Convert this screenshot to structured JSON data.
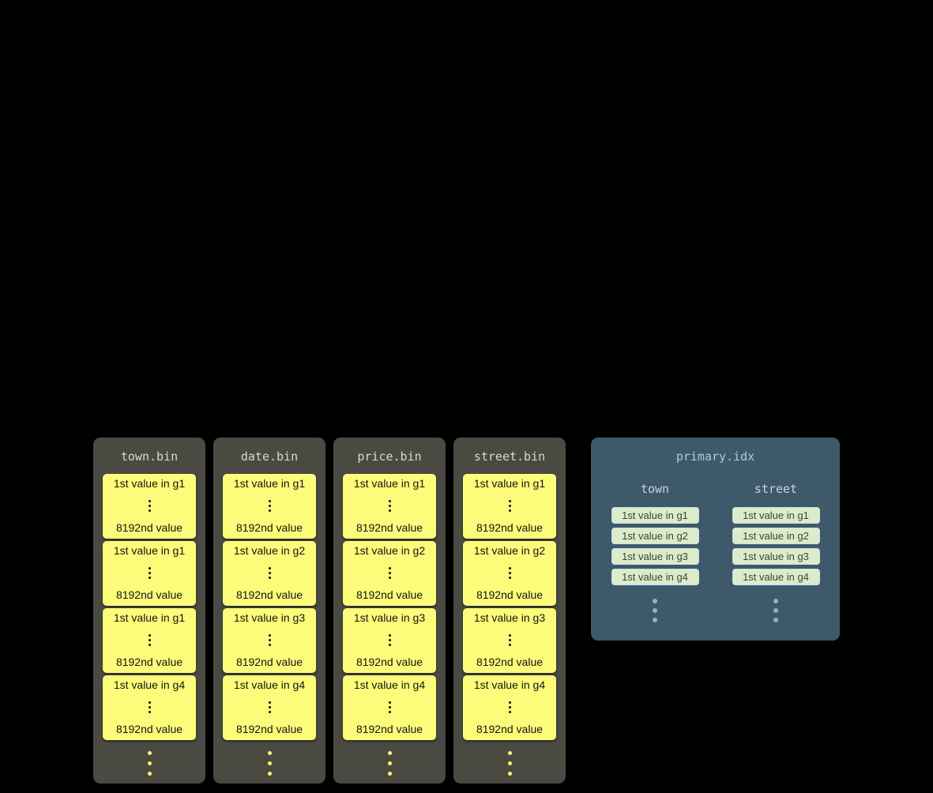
{
  "diagram": {
    "bin_columns": [
      {
        "title": "town.bin",
        "granules": [
          {
            "first": "1st value in g1",
            "last": "8192nd value"
          },
          {
            "first": "1st value in g1",
            "last": "8192nd value"
          },
          {
            "first": "1st value in g1",
            "last": "8192nd value"
          },
          {
            "first": "1st value in g4",
            "last": "8192nd value"
          }
        ]
      },
      {
        "title": "date.bin",
        "granules": [
          {
            "first": "1st value in g1",
            "last": "8192nd value"
          },
          {
            "first": "1st value in g2",
            "last": "8192nd value"
          },
          {
            "first": "1st value in g3",
            "last": "8192nd value"
          },
          {
            "first": "1st value in g4",
            "last": "8192nd value"
          }
        ]
      },
      {
        "title": "price.bin",
        "granules": [
          {
            "first": "1st value in g1",
            "last": "8192nd value"
          },
          {
            "first": "1st value in g2",
            "last": "8192nd value"
          },
          {
            "first": "1st value in g3",
            "last": "8192nd value"
          },
          {
            "first": "1st value in g4",
            "last": "8192nd value"
          }
        ]
      },
      {
        "title": "street.bin",
        "granules": [
          {
            "first": "1st value in g1",
            "last": "8192nd value"
          },
          {
            "first": "1st value in g2",
            "last": "8192nd value"
          },
          {
            "first": "1st value in g3",
            "last": "8192nd value"
          },
          {
            "first": "1st value in g4",
            "last": "8192nd value"
          }
        ]
      }
    ],
    "index_panel": {
      "title": "primary.idx",
      "columns": [
        {
          "header": "town",
          "entries": [
            "1st value in g1",
            "1st value in g2",
            "1st value in g3",
            "1st value in g4"
          ]
        },
        {
          "header": "street",
          "entries": [
            "1st value in g1",
            "1st value in g2",
            "1st value in g3",
            "1st value in g4"
          ]
        }
      ]
    }
  },
  "icons": {
    "more_items": "vertical-ellipsis"
  },
  "colors": {
    "background": "#000000",
    "bin_column_bg": "#4a4a42",
    "bin_title_text": "#d9d9cf",
    "granule_bg": "#fcfc7a",
    "granule_text": "#141414",
    "bin_ellipsis": "#fcfc7a",
    "index_panel_bg": "#3e5a6a",
    "index_title_text": "#9fcfe4",
    "index_header_text": "#c9d3d9",
    "entry_bg": "#dcecca",
    "entry_border": "#cadeeb",
    "entry_text": "#3a4632",
    "index_ellipsis": "#8cb4cf"
  }
}
